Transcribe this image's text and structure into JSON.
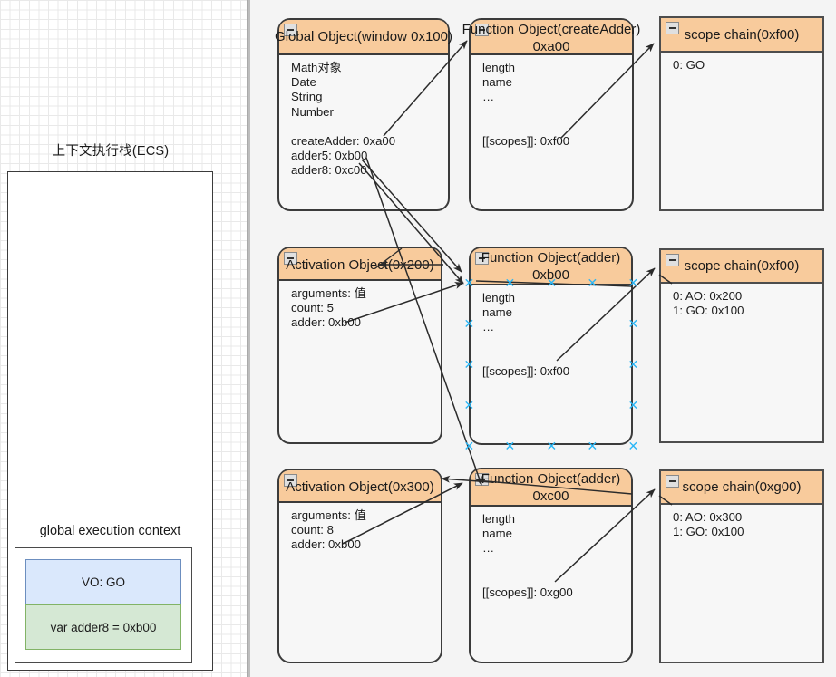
{
  "left_panel": {
    "ecs_label": "上下文执行栈(ECS)",
    "global_context_label": "global execution context",
    "vo_row": "VO: GO",
    "var_row": "var adder8 = 0xb00"
  },
  "colors": {
    "header_orange": "#f8cb9c",
    "node_border": "#3b3b3b",
    "node_body": "#f7f7f7",
    "selection_handle": "#29b6f6",
    "vo_blue_fill": "#dae8fc",
    "vo_blue_border": "#6c8ebf",
    "var_green_fill": "#d5e8d4",
    "var_green_border": "#82b366",
    "canvas_bg": "#f4f4f4",
    "grid_minor": "#e9e9e9",
    "grid_major": "#d3d3d3"
  },
  "nodes": [
    {
      "id": "global-object",
      "title": "Global Object(window 0x100)",
      "body": "Math对象\nDate\nString\nNumber\n\ncreateAdder: 0xa00\nadder5: 0xb00\nadder8: 0xc00",
      "shape": "round",
      "selected": false,
      "collapse_icon": "minus-icon"
    },
    {
      "id": "function-object-createadder",
      "title": "Function Object(createAdder)\n0xa00",
      "body": "length\nname\n…\n\n\n[[scopes]]: 0xf00",
      "shape": "round",
      "selected": false,
      "collapse_icon": "minus-icon"
    },
    {
      "id": "scope-chain-0xf00-top",
      "title": "scope chain(0xf00)",
      "body": "0: GO",
      "shape": "rect",
      "selected": false,
      "collapse_icon": "minus-icon"
    },
    {
      "id": "activation-object-0x200",
      "title": "Activation Object(0x200)",
      "body": "arguments: 值\ncount: 5\nadder: 0xb00",
      "shape": "round",
      "selected": false,
      "collapse_icon": "minus-icon"
    },
    {
      "id": "function-object-adder-0xb00",
      "title": "Function Object(adder)\n0xb00",
      "body": "length\nname\n…\n\n\n[[scopes]]: 0xf00",
      "shape": "round",
      "selected": true,
      "collapse_icon": "minus-icon"
    },
    {
      "id": "scope-chain-0xf00-mid",
      "title": "scope chain(0xf00)",
      "body": "0: AO: 0x200\n1: GO: 0x100",
      "shape": "rect",
      "selected": false,
      "collapse_icon": "minus-icon"
    },
    {
      "id": "activation-object-0x300",
      "title": "Activation Object(0x300)",
      "body": "arguments: 值\ncount: 8\nadder: 0xb00",
      "shape": "round",
      "selected": false,
      "collapse_icon": "minus-icon"
    },
    {
      "id": "function-object-adder-0xc00",
      "title": "Function Object(adder)\n0xc00",
      "body": "length\nname\n…\n\n\n[[scopes]]: 0xg00",
      "shape": "round",
      "selected": false,
      "collapse_icon": "minus-icon"
    },
    {
      "id": "scope-chain-0xg00",
      "title": "scope chain(0xg00)",
      "body": "0: AO: 0x300\n1: GO: 0x100",
      "shape": "rect",
      "selected": false,
      "collapse_icon": "minus-icon"
    }
  ]
}
